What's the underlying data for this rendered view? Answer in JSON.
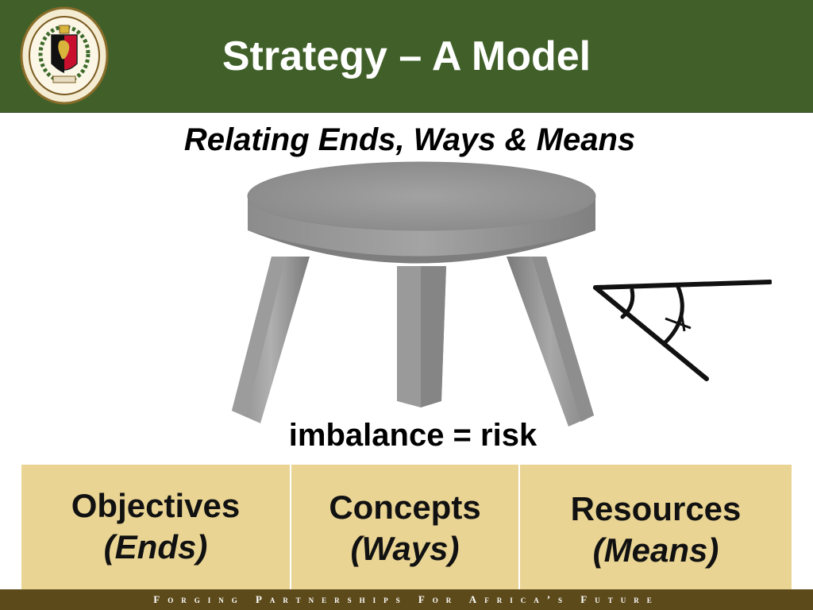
{
  "header": {
    "title": "Strategy – A Model",
    "seal_icon": "africa-center-seal-icon",
    "background_color": "#416029"
  },
  "subtitle": "Relating Ends, Ways & Means",
  "diagram": {
    "stool_icon": "three-legged-stool-icon",
    "balance_icon": "angle-risk-icon",
    "caption": "imbalance = risk"
  },
  "columns": [
    {
      "label": "Objectives",
      "sublabel": "(Ends)"
    },
    {
      "label": "Concepts",
      "sublabel": "(Ways)"
    },
    {
      "label": "Resources",
      "sublabel": "(Means)"
    }
  ],
  "table_color": "#e9d494",
  "footer": {
    "text": "Forging Partnerships For Africa’s Future",
    "background_color": "#5c4a1a"
  }
}
